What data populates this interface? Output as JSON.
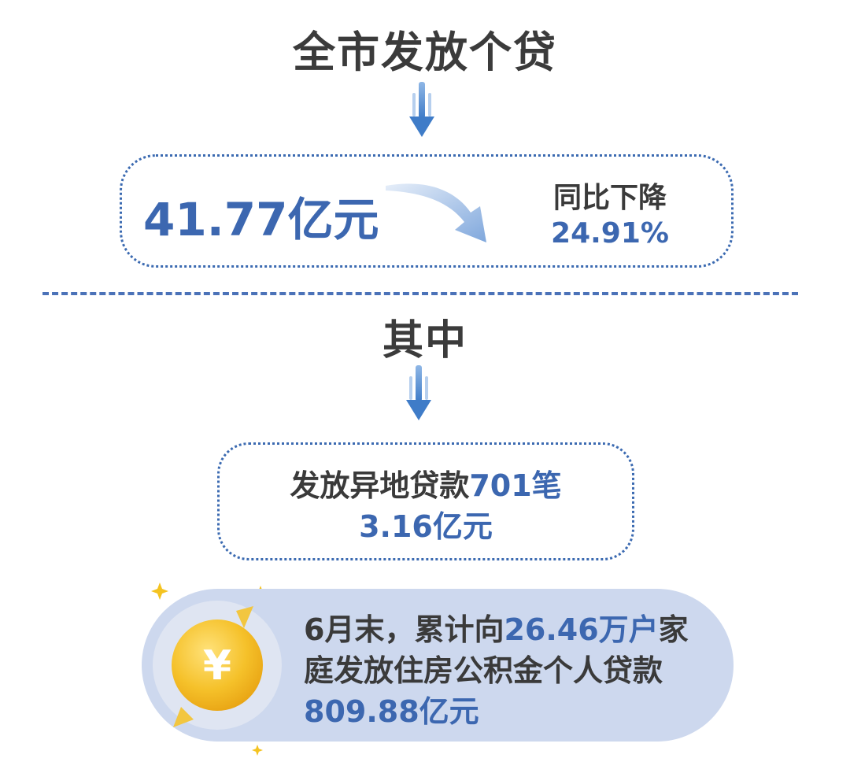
{
  "header": {
    "title": "全市发放个贷"
  },
  "total_box": {
    "amount": "41.77亿元",
    "yoy_label": "同比下降",
    "yoy_value": "24.91%"
  },
  "section": {
    "title": "其中"
  },
  "remote_box": {
    "prefix": "发放异地贷款",
    "count": "701笔",
    "amount": "3.16亿元"
  },
  "summary": {
    "line1_prefix": "6月末，累计向",
    "households": "26.46万户",
    "line1_suffix": "家",
    "line2": "庭发放住房公积金个人贷款",
    "amount": "809.88亿元",
    "coin_symbol": "¥"
  },
  "icons": {
    "down_arrow": "down-arrow-icon",
    "curve_arrow": "curved-arrow-icon",
    "coin": "yuan-coin-icon",
    "sparkle": "sparkle-icon"
  },
  "colors": {
    "accent_blue": "#3c67b0",
    "text_dark": "#3a3a3a",
    "pill_bg": "#cdd8ee",
    "coin_gold": "#f2b91d"
  }
}
